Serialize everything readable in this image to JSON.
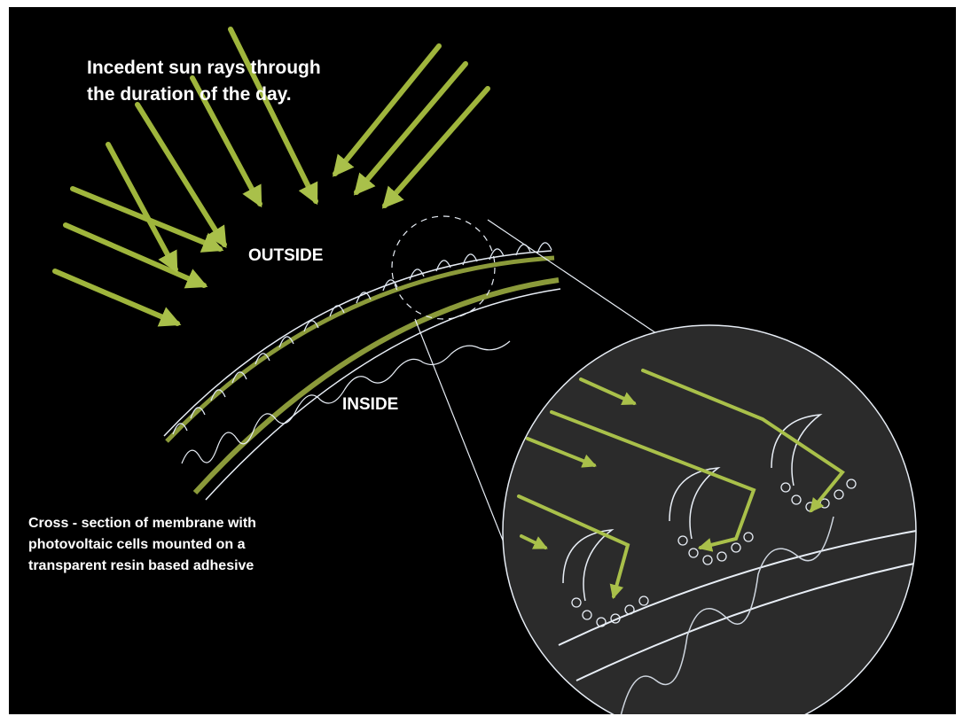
{
  "title": {
    "line1": "Incedent sun rays through",
    "line2": "the duration of the day."
  },
  "labels": {
    "outside": "OUTSIDE",
    "inside": "INSIDE"
  },
  "caption": {
    "line1": "Cross - section of membrane with",
    "line2": "photovoltaic cells mounted on a",
    "line3": "transparent resin based adhesive"
  },
  "colors": {
    "background": "#000000",
    "sun_ray": "#9fb53c",
    "membrane_band": "#8b9a3a",
    "sketch_line": "#e8eef6",
    "zoom_fill": "#2b2b2b"
  }
}
